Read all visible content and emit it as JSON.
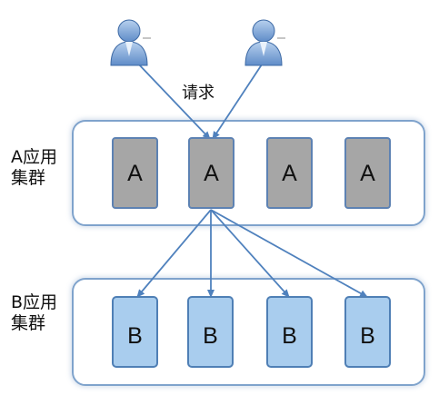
{
  "request_label": "请求",
  "cluster_a": {
    "label_line1": "A应用",
    "label_line2": "集群",
    "nodes": [
      "A",
      "A",
      "A",
      "A"
    ]
  },
  "cluster_b": {
    "label_line1": "B应用",
    "label_line2": "集群",
    "nodes": [
      "B",
      "B",
      "B",
      "B"
    ]
  },
  "users": [
    {
      "icon": "user-icon"
    },
    {
      "icon": "user-icon"
    }
  ],
  "colors": {
    "cluster_border": "#7fa3cc",
    "node_a_fill": "#a6a6a6",
    "node_a_border": "#5d82b3",
    "node_b_fill": "#a9cdee",
    "node_b_border": "#4f7fb5",
    "arrow": "#4f81bd",
    "user_fill": "#7ea6d9"
  }
}
